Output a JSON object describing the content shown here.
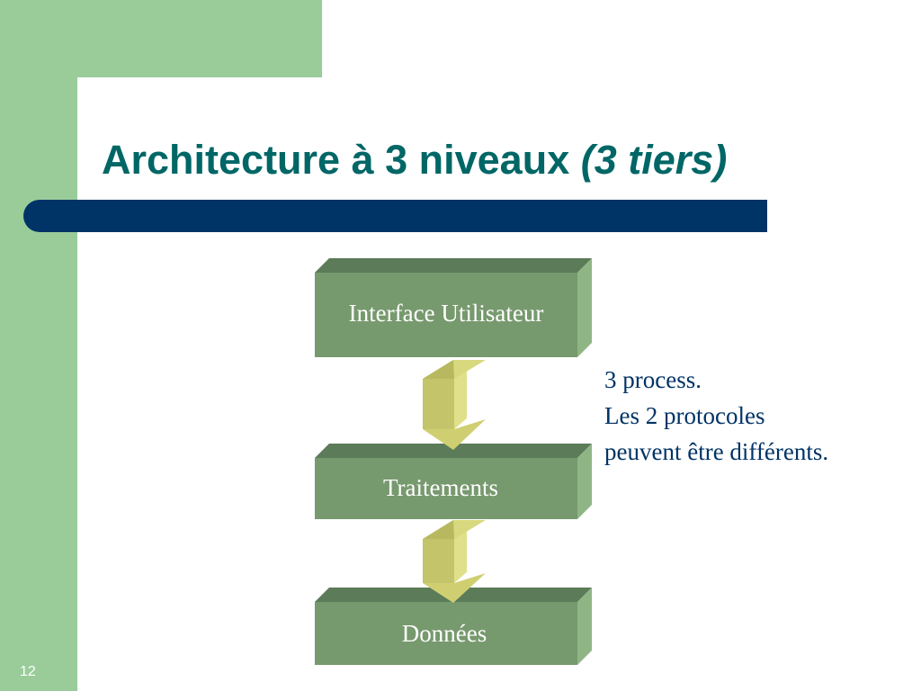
{
  "slide": {
    "title": "Architecture à 3 niveaux",
    "title_italic": "(3 tiers)",
    "number": "12"
  },
  "diagram": {
    "tiers": [
      {
        "label": "Interface Utilisateur"
      },
      {
        "label": "Traitements"
      },
      {
        "label": "Données"
      }
    ],
    "connectors": [
      "double-arrow-icon",
      "double-arrow-icon"
    ]
  },
  "note": {
    "lines": [
      "3 process.",
      "Les 2 protocoles",
      "peuvent être différents."
    ]
  },
  "colors": {
    "background_band": "#99cc99",
    "title": "#006666",
    "title_bar": "#003366",
    "box_front": "#77996e",
    "box_top": "#5c7b59",
    "box_side": "#8fb585",
    "arrow": "#d4d47e",
    "note_text": "#003366"
  }
}
